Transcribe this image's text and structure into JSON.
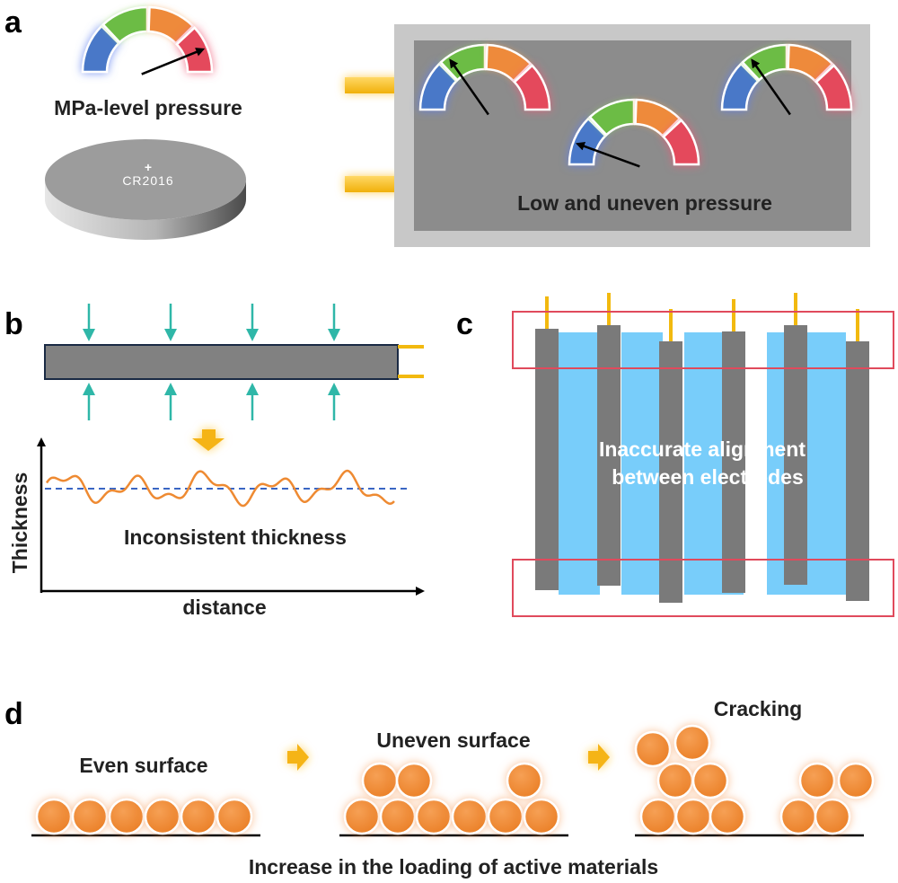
{
  "panels": {
    "a": {
      "label": "a",
      "mpa_text": "MPa-level pressure",
      "coin_plus": "+",
      "coin_text": "CR2016",
      "pouch_text": "Low and uneven pressure"
    },
    "b": {
      "label": "b",
      "ylabel": "Thickness",
      "xlabel": "distance",
      "note": "Inconsistent thickness"
    },
    "c": {
      "label": "c",
      "line1": "Inaccurate alignment",
      "line2": "between electrodes"
    },
    "d": {
      "label": "d",
      "stage1": "Even surface",
      "stage2": "Uneven surface",
      "stage3": "Cracking",
      "caption": "Increase in the loading of active materials"
    }
  },
  "colors": {
    "gauge_blue": "#4a78c8",
    "gauge_green": "#6cbc44",
    "gauge_orange": "#ee8a3a",
    "gauge_red": "#e44a5c",
    "particle": "#ef8a34",
    "separator": "#78cdfa",
    "electrode": "#7a7a7a",
    "tab": "#f2b90f",
    "arrow_teal": "#2fb7a8"
  }
}
